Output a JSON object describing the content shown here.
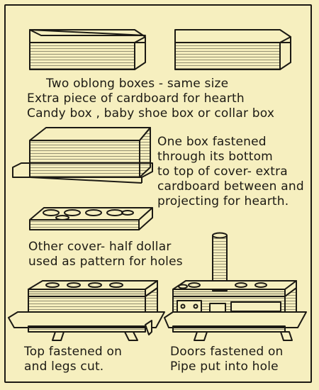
{
  "captions": {
    "intro": {
      "line1": "Two oblong boxes - same size",
      "line2": "Extra piece of cardboard for hearth",
      "line3": "Candy box , baby shoe box or collar box"
    },
    "step_fasten": {
      "line1": "One box fastened",
      "line2": "through its bottom",
      "line3": "to top of cover- extra",
      "line4": "cardboard between and",
      "line5": "projecting for hearth."
    },
    "step_holes": {
      "line1": "Other cover- half dollar",
      "line2": "used as pattern for holes"
    },
    "step_legs": {
      "line1": "Top fastened on",
      "line2": "and legs cut."
    },
    "step_doors": {
      "line1": "Doors fastened on",
      "line2": "Pipe put into hole"
    }
  },
  "colors": {
    "paper": "#f6efbf",
    "ink": "#1c1a14"
  }
}
